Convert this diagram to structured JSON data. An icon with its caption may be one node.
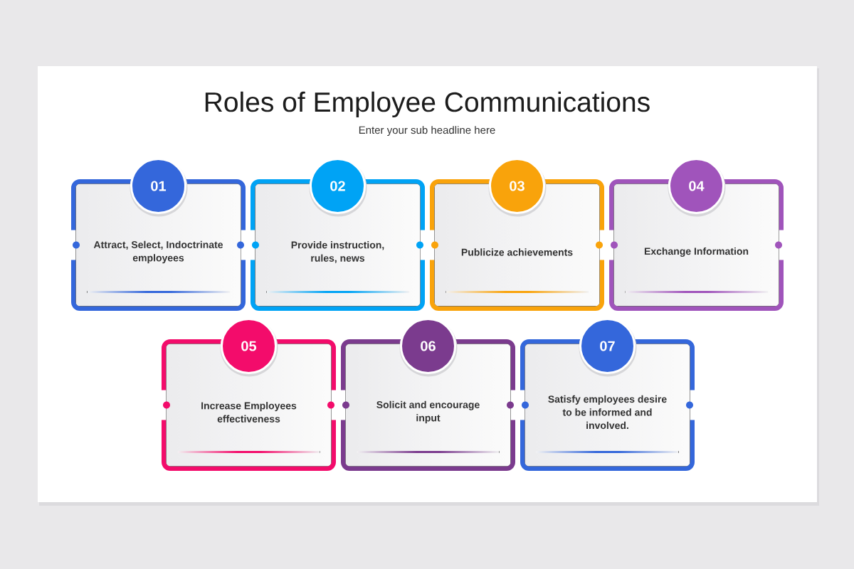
{
  "diagram": {
    "title": "Roles of Employee Communications",
    "nodes": [
      {
        "text": [
          "01"
        ]
      },
      {
        "text": [
          "Attract, Select, Indoctrinate employees"
        ]
      },
      {
        "text": [
          "02"
        ]
      },
      {
        "text": [
          "Provide instruction, rules, news"
        ]
      },
      {
        "text": [
          "03"
        ]
      },
      {
        "text": [
          "Publicize achievements"
        ]
      },
      {
        "text": [
          "04"
        ]
      },
      {
        "text": [
          "Exchange Information"
        ]
      },
      {
        "text": [
          "05"
        ]
      },
      {
        "text": [
          "Increase Employees effectiveness"
        ]
      },
      {
        "text": [
          "06"
        ]
      },
      {
        "text": [
          "Solicit and encourage input"
        ]
      },
      {
        "text": [
          "07"
        ]
      },
      {
        "text": [
          "Satisfy employees desire to be informed and involved."
        ]
      }
    ],
    "labels": [
      "Enter your sub headline here"
    ]
  }
}
